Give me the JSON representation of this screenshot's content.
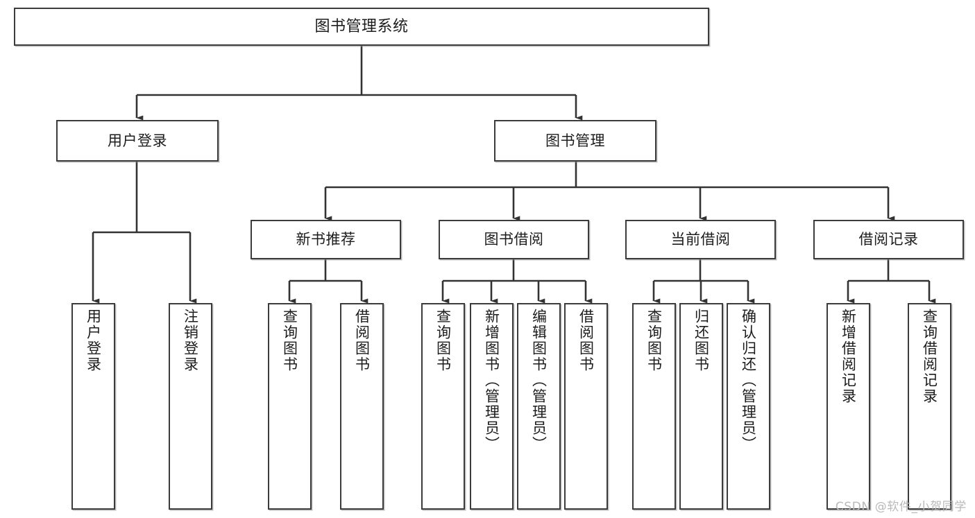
{
  "diagram": {
    "title": "图书管理系统",
    "type": "tree",
    "orientation": "top-down",
    "colors": {
      "node_border": "#3b3b3b",
      "node_fill": "#ffffff",
      "edge": "#333333",
      "text": "#1c1c1c",
      "watermark": "#b9b9b9",
      "background": "#ffffff"
    },
    "watermark": "CSDN @软件_小贺同学",
    "nodes": {
      "root": {
        "label": "图书管理系统"
      },
      "level2": [
        {
          "id": "user-login",
          "label": "用户登录"
        },
        {
          "id": "book-manage",
          "label": "图书管理"
        }
      ],
      "level3": [
        {
          "id": "new-book-recommend",
          "label": "新书推荐"
        },
        {
          "id": "book-borrow",
          "label": "图书借阅"
        },
        {
          "id": "current-borrow",
          "label": "当前借阅"
        },
        {
          "id": "borrow-record",
          "label": "借阅记录"
        }
      ],
      "leaves": {
        "user-login": [
          {
            "id": "leaf-user-login",
            "label": "用户登录"
          },
          {
            "id": "leaf-logout-login",
            "label": "注销登录"
          }
        ],
        "new-book-recommend": [
          {
            "id": "leaf-query-book-1",
            "label": "查询图书"
          },
          {
            "id": "leaf-borrow-book-1",
            "label": "借阅图书"
          }
        ],
        "book-borrow": [
          {
            "id": "leaf-query-book-2",
            "label": "查询图书"
          },
          {
            "id": "leaf-add-book",
            "label": "新增图书（管理员）"
          },
          {
            "id": "leaf-edit-book",
            "label": "编辑图书（管理员）"
          },
          {
            "id": "leaf-borrow-book-2",
            "label": "借阅图书"
          }
        ],
        "current-borrow": [
          {
            "id": "leaf-query-book-3",
            "label": "查询图书"
          },
          {
            "id": "leaf-return-book",
            "label": "归还图书"
          },
          {
            "id": "leaf-confirm-return",
            "label": "确认归还（管理员）"
          }
        ],
        "borrow-record": [
          {
            "id": "leaf-add-record",
            "label": "新增借阅记录"
          },
          {
            "id": "leaf-query-record",
            "label": "查询借阅记录"
          }
        ]
      }
    }
  }
}
